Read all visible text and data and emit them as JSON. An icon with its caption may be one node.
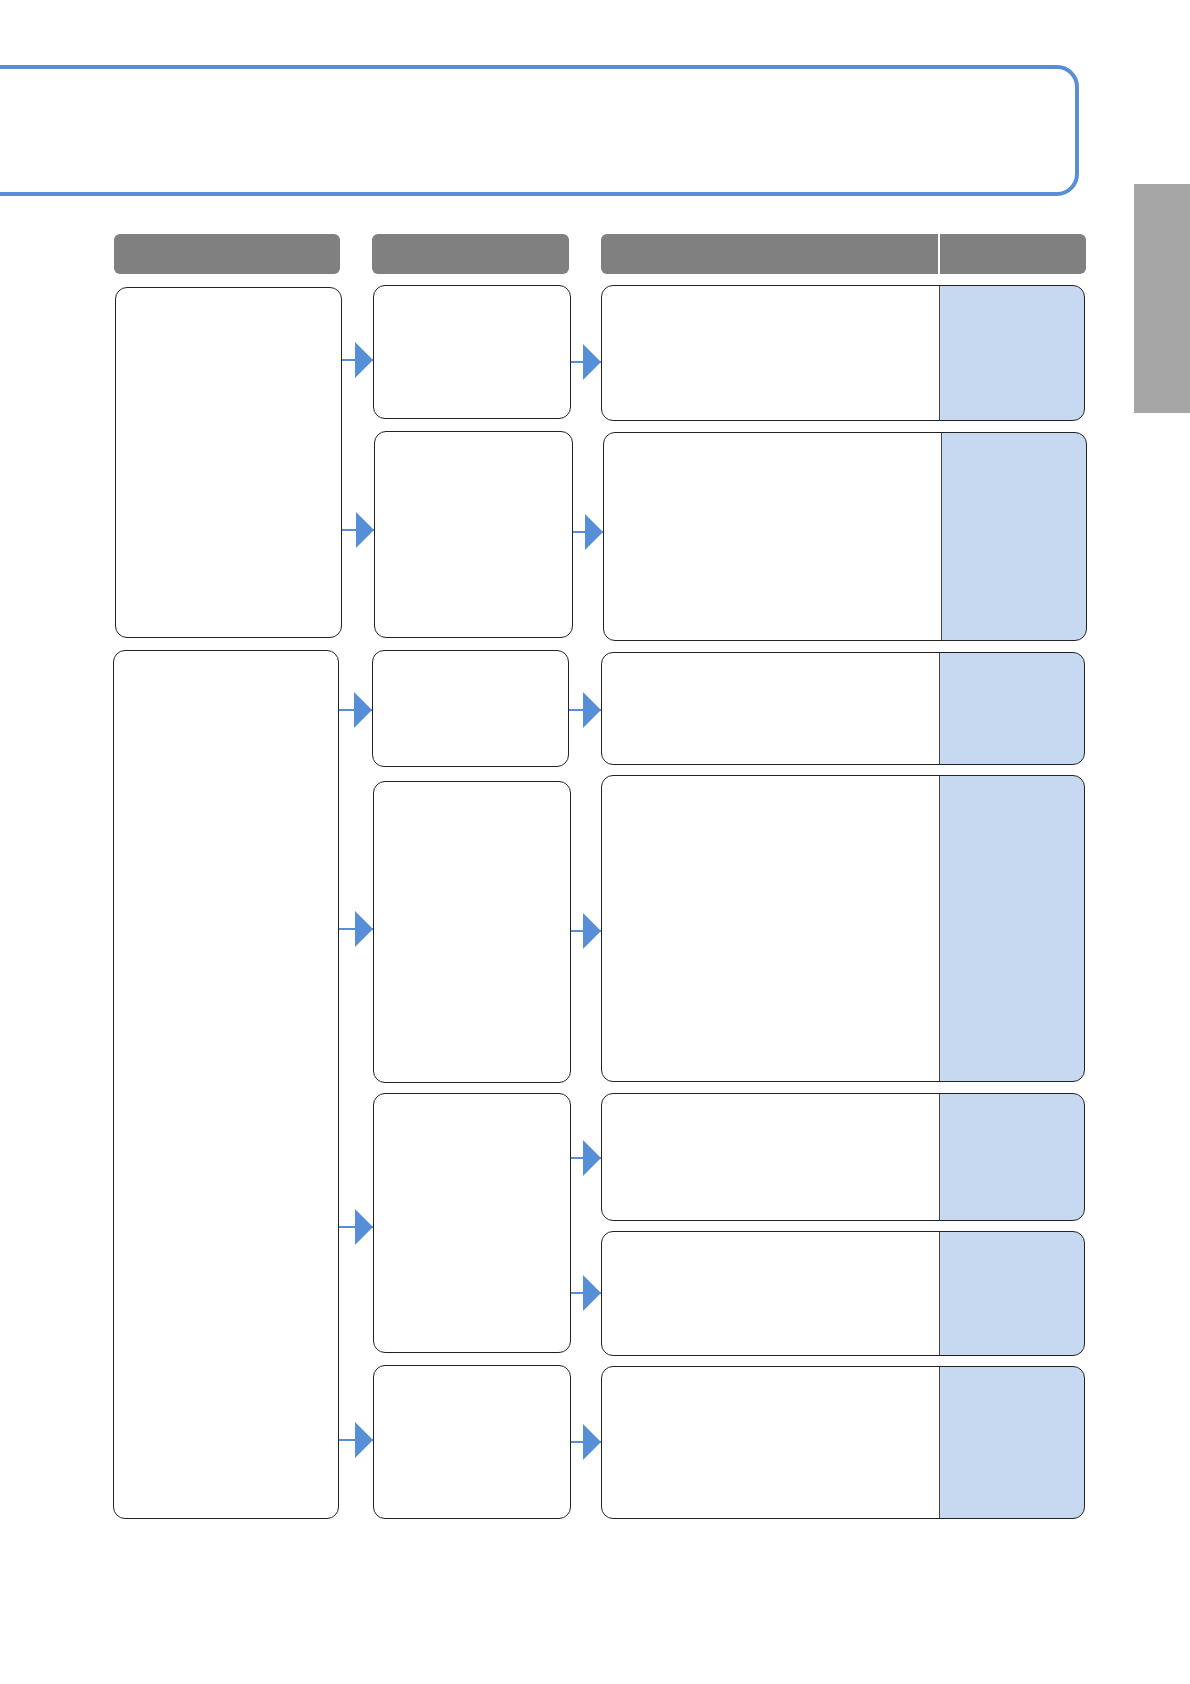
{
  "diagram": {
    "nodes": [
      {
        "text": [],
        "shape": "box"
      },
      {
        "text": [],
        "shape": "box"
      },
      {
        "text": [],
        "shape": "box"
      },
      {
        "text": [],
        "shape": "box"
      },
      {
        "text": [],
        "shape": "box"
      },
      {
        "text": [],
        "shape": "box"
      },
      {
        "text": [],
        "shape": "box"
      },
      {
        "text": [],
        "shape": "box"
      },
      {
        "text": [],
        "shape": "box"
      },
      {
        "text": [],
        "shape": "box"
      },
      {
        "text": [],
        "shape": "box"
      },
      {
        "text": [],
        "shape": "box"
      },
      {
        "text": [],
        "shape": "box"
      },
      {
        "text": [],
        "shape": "box"
      },
      {
        "text": [],
        "shape": "box"
      },
      {
        "text": [],
        "shape": "box"
      },
      {
        "text": [],
        "shape": "bar"
      }
    ],
    "edges": [
      {
        "from": 0,
        "to": 2,
        "arrow": "to"
      },
      {
        "from": 0,
        "to": 3,
        "arrow": "to"
      },
      {
        "from": 1,
        "to": 4,
        "arrow": "to"
      },
      {
        "from": 1,
        "to": 5,
        "arrow": "to"
      },
      {
        "from": 1,
        "to": 6,
        "arrow": "to"
      },
      {
        "from": 1,
        "to": 7,
        "arrow": "to"
      },
      {
        "from": 2,
        "to": 8,
        "arrow": "to"
      },
      {
        "from": 3,
        "to": 9,
        "arrow": "to"
      },
      {
        "from": 4,
        "to": 10,
        "arrow": "to"
      },
      {
        "from": 5,
        "to": 11,
        "arrow": "to"
      },
      {
        "from": 6,
        "to": 12,
        "arrow": "to"
      },
      {
        "from": 6,
        "to": 13,
        "arrow": "to"
      },
      {
        "from": 7,
        "to": 14,
        "arrow": "to"
      }
    ]
  }
}
